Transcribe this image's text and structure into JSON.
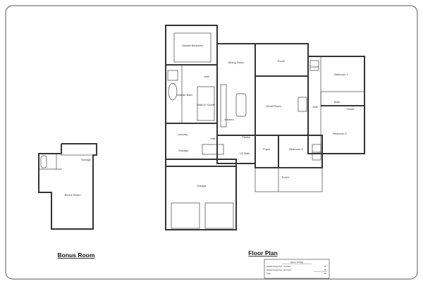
{
  "titles": {
    "bonus": "Bonus Room",
    "floor": "Floor Plan"
  },
  "rooms": {
    "master_bedroom": "Master Bedroom",
    "dining_room": "Dining Room",
    "porch_rear": "Porch",
    "bedroom2": "Bedroom 2",
    "closet_b2": "Closet",
    "hall_upper": "Hall",
    "master_bath": "Master Bath",
    "walkin_closet": "Walk-In Closet",
    "great_room": "Great Room",
    "hall_right": "Hall",
    "bath": "Bath",
    "closet_hall": "Closet",
    "kitchen": "Kitchen",
    "bedroom3": "Bedroom 3",
    "laundry": "Laundry",
    "pantry": "Pantry",
    "hall_lower": "Hall",
    "storage": "Storage",
    "half_bath": "1/2 Bath",
    "foyer": "Foyer",
    "bedroom4": "Bedroom 4",
    "closet_b4": "Closet",
    "porch_front": "Porch",
    "garage": "Garage",
    "bonus_storage": "Storage",
    "bonus_room": "Bonus Room"
  },
  "area_table": {
    "header": "Square Footage",
    "rows": [
      {
        "label": "Heated Living Area - 1st Floor",
        "value": "SF"
      },
      {
        "label": "Heated Living Area - 2nd Floor",
        "value": "SF"
      },
      {
        "label": "Total",
        "value": "SF"
      }
    ]
  }
}
